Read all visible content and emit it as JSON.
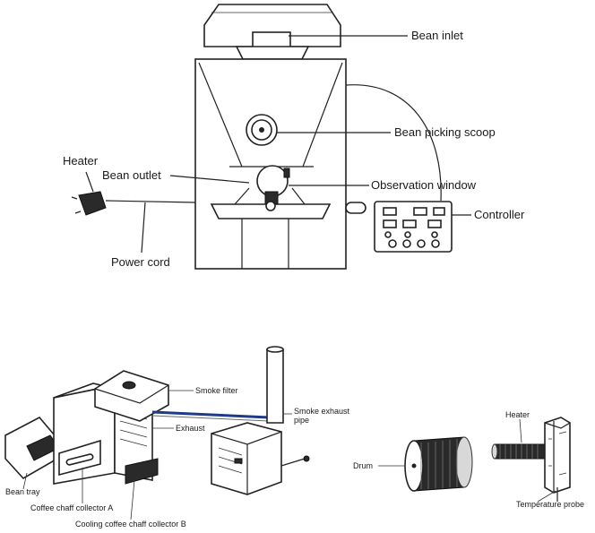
{
  "top_diagram": {
    "labels": {
      "bean_inlet": "Bean inlet",
      "bean_picking_scoop": "Bean picking scoop",
      "heater": "Heater",
      "bean_outlet": "Bean outlet",
      "observation_window": "Observation window",
      "controller": "Controller",
      "power_cord": "Power cord"
    }
  },
  "bottom_diagram": {
    "labels": {
      "smoke_filter": "Smoke filter",
      "smoke_exhaust_pipe_line1": "Smoke exhaust",
      "smoke_exhaust_pipe_line2": "pipe",
      "exhaust": "Exhaust",
      "bean_tray": "Bean tray",
      "coffee_chaff_collector_a": "Coffee chaff collector A",
      "cooling_coffee_chaff_collector_b": "Cooling coffee chaff collector B",
      "drum": "Drum",
      "heater": "Heater",
      "temperature_probe": "Temperature probe"
    }
  },
  "colors": {
    "line": "#222222",
    "exhaust_accent": "#1e3a8a",
    "background": "#ffffff"
  }
}
